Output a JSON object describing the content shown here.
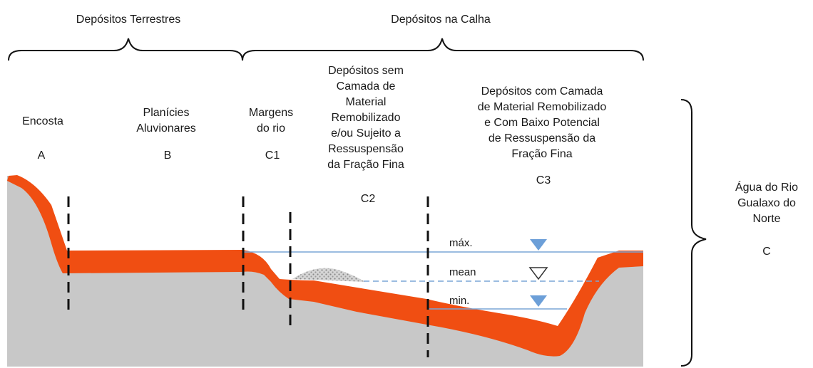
{
  "groups": {
    "terrestrial": "Depósitos Terrestres",
    "channel": "Depósitos na Calha"
  },
  "zones": {
    "a": {
      "lines": [
        "Encosta"
      ],
      "code": "A"
    },
    "b": {
      "lines": [
        "Planícies",
        "Aluvionares"
      ],
      "code": "B"
    },
    "c1": {
      "lines": [
        "Margens",
        "do rio"
      ],
      "code": "C1"
    },
    "c2": {
      "lines": [
        "Depósitos sem",
        "Camada de",
        "Material",
        "Remobilizado",
        "e/ou Sujeito a",
        "Ressuspensão",
        "da Fração Fina"
      ],
      "code": "C2"
    },
    "c3": {
      "lines": [
        "Depósitos com Camada",
        "de Material Remobilizado",
        "e Com Baixo Potencial",
        "de Ressuspensão da",
        "Fração Fina"
      ],
      "code": "C3"
    }
  },
  "water": {
    "lines": [
      "Água do Rio",
      "Gualaxo do",
      "Norte"
    ],
    "code": "C"
  },
  "levels": {
    "max": "máx.",
    "mean": "mean",
    "min": "min."
  },
  "colors": {
    "terrain": "#c8c8c8",
    "deposit": "#f04e12",
    "water_line": "#7aa6d6",
    "marker": "#6c9fd8",
    "divider": "#111111",
    "sediment": "#a9a9a9"
  },
  "icons": {
    "max_marker": "filled-down-triangle",
    "mean_marker": "hollow-down-triangle",
    "min_marker": "filled-down-triangle"
  }
}
